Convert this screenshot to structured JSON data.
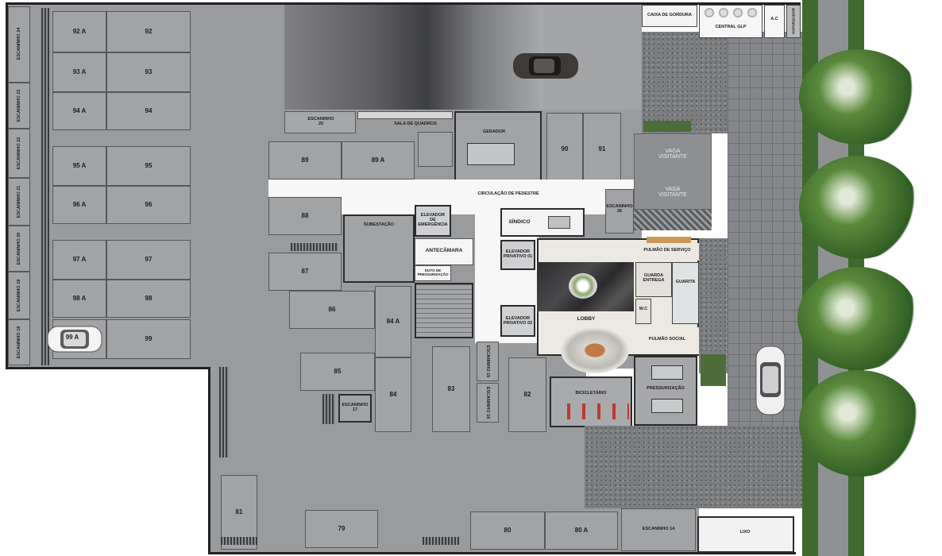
{
  "garage": {
    "spots": {
      "s92a": "92 A",
      "s92": "92",
      "s93a": "93 A",
      "s93": "93",
      "s94a": "94 A",
      "s94": "94",
      "s95a": "95 A",
      "s95": "95",
      "s96a": "96 A",
      "s96": "96",
      "s97a": "97 A",
      "s97": "97",
      "s98a": "98 A",
      "s98": "98",
      "s99a": "99 A",
      "s99": "99",
      "s89": "89",
      "s89a": "89 A",
      "s88": "88",
      "s87": "87",
      "s86": "86",
      "s84a": "84 A",
      "s85": "85",
      "s84": "84",
      "s83": "83",
      "s82": "82",
      "s90": "90",
      "s91": "91",
      "s81": "81",
      "s79": "79",
      "s80": "80",
      "s80a": "80 A"
    },
    "lockers": {
      "e24": "ESCANINHO 24",
      "e23": "ESCANINHO 23",
      "e22": "ESCANINHO 22",
      "e21": "ESCANINHO 21",
      "e20": "ESCANINHO 20",
      "e19": "ESCANINHO 19",
      "e18": "ESCANINHO 18",
      "e25": "ESCANINHO 25",
      "e26": "ESCANINHO 26",
      "e17": "ESCANINHO 17",
      "e15": "ESCANINHO 15",
      "e16": "ESCANINHO 16",
      "e14": "ESCANINHO 14"
    }
  },
  "rooms": {
    "caixa_gordura": "CAIXA DE GORDURA",
    "central_glp": "CENTRAL GLP",
    "ac": "A.C",
    "vaporizador": "VAPORIZADOR",
    "sala_quadros": "SALA DE QUADROS",
    "gerador": "GERADOR",
    "circulacao": "CIRCULAÇÃO DE PEDESTRE",
    "vaga1": "VAGA VISITANTE",
    "vaga2": "VAGA VISITANTE",
    "subestacao": "SUBESTAÇÃO",
    "elevador_emergencia": "ELEVADOR DE EMERGÊNCIA",
    "sindico": "SÍNDICO",
    "antecamara": "ANTECÂMARA",
    "elevador_priv1": "ELEVADOR PRIVATIVO 01",
    "duto": "DUTO DE PRESSURIZAÇÃO",
    "pulmao_servico": "PULMÃO DE SERVIÇO",
    "guarda_entrega": "GUARDA ENTREGA",
    "guarita": "GUARITA",
    "wc": "W.C",
    "lobby": "LOBBY",
    "elevador_priv2": "ELEVADOR PRIVATIVO 02",
    "pulmao_social": "PULMÃO SOCIAL",
    "pressurizacao": "PRESSURIZAÇÃO",
    "bicicletario": "BICICLETÁRIO",
    "lixo": "LIXO"
  },
  "colors": {
    "floor": "#9a9b9d",
    "wall": "#202124",
    "lobby": "#ece9e2",
    "landscape": "#3d6b2e"
  }
}
